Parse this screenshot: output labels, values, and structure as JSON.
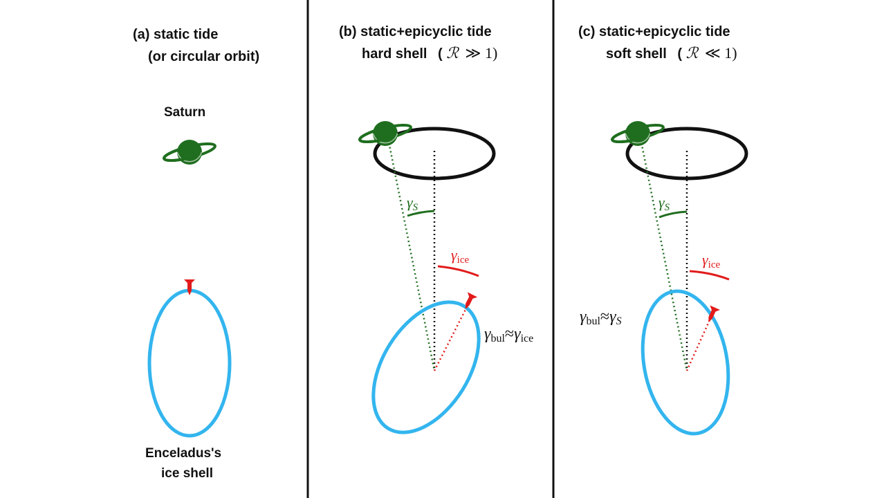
{
  "colors": {
    "saturn": "#1f6e1f",
    "shell": "#33b5ee",
    "marker": "#e21b1b",
    "axis": "#111111",
    "divider": "#111111"
  },
  "panels": [
    {
      "title_line1": "(a) static tide",
      "title_line2": "(or circular orbit)",
      "saturn_label": "Saturn",
      "shell_label_line1": "Enceladus's",
      "shell_label_line2": "ice shell"
    },
    {
      "title_line1": "(b) static+epicyclic tide",
      "title_line2_text": "hard shell",
      "title_line2_open": "(",
      "title_line2_symbol": "ℛ",
      "title_line2_relation": "≫ 1)",
      "gamma_s_symbol": "γ",
      "gamma_s_sub": "S",
      "gamma_ice_symbol": "γ",
      "gamma_ice_sub": "ice",
      "relation_lhs_symbol": "γ",
      "relation_lhs_sub": "bul",
      "relation_op": "≈",
      "relation_rhs_symbol": "γ",
      "relation_rhs_sub": "ice"
    },
    {
      "title_line1": "(c) static+epicyclic tide",
      "title_line2_text": "soft shell",
      "title_line2_open": "(",
      "title_line2_symbol": "ℛ",
      "title_line2_relation": "≪ 1)",
      "gamma_s_symbol": "γ",
      "gamma_s_sub": "S",
      "gamma_ice_symbol": "γ",
      "gamma_ice_sub": "ice",
      "relation_lhs_symbol": "γ",
      "relation_lhs_sub": "bul",
      "relation_op": "≈",
      "relation_rhs_symbol": "γ",
      "relation_rhs_sub": "S"
    }
  ]
}
